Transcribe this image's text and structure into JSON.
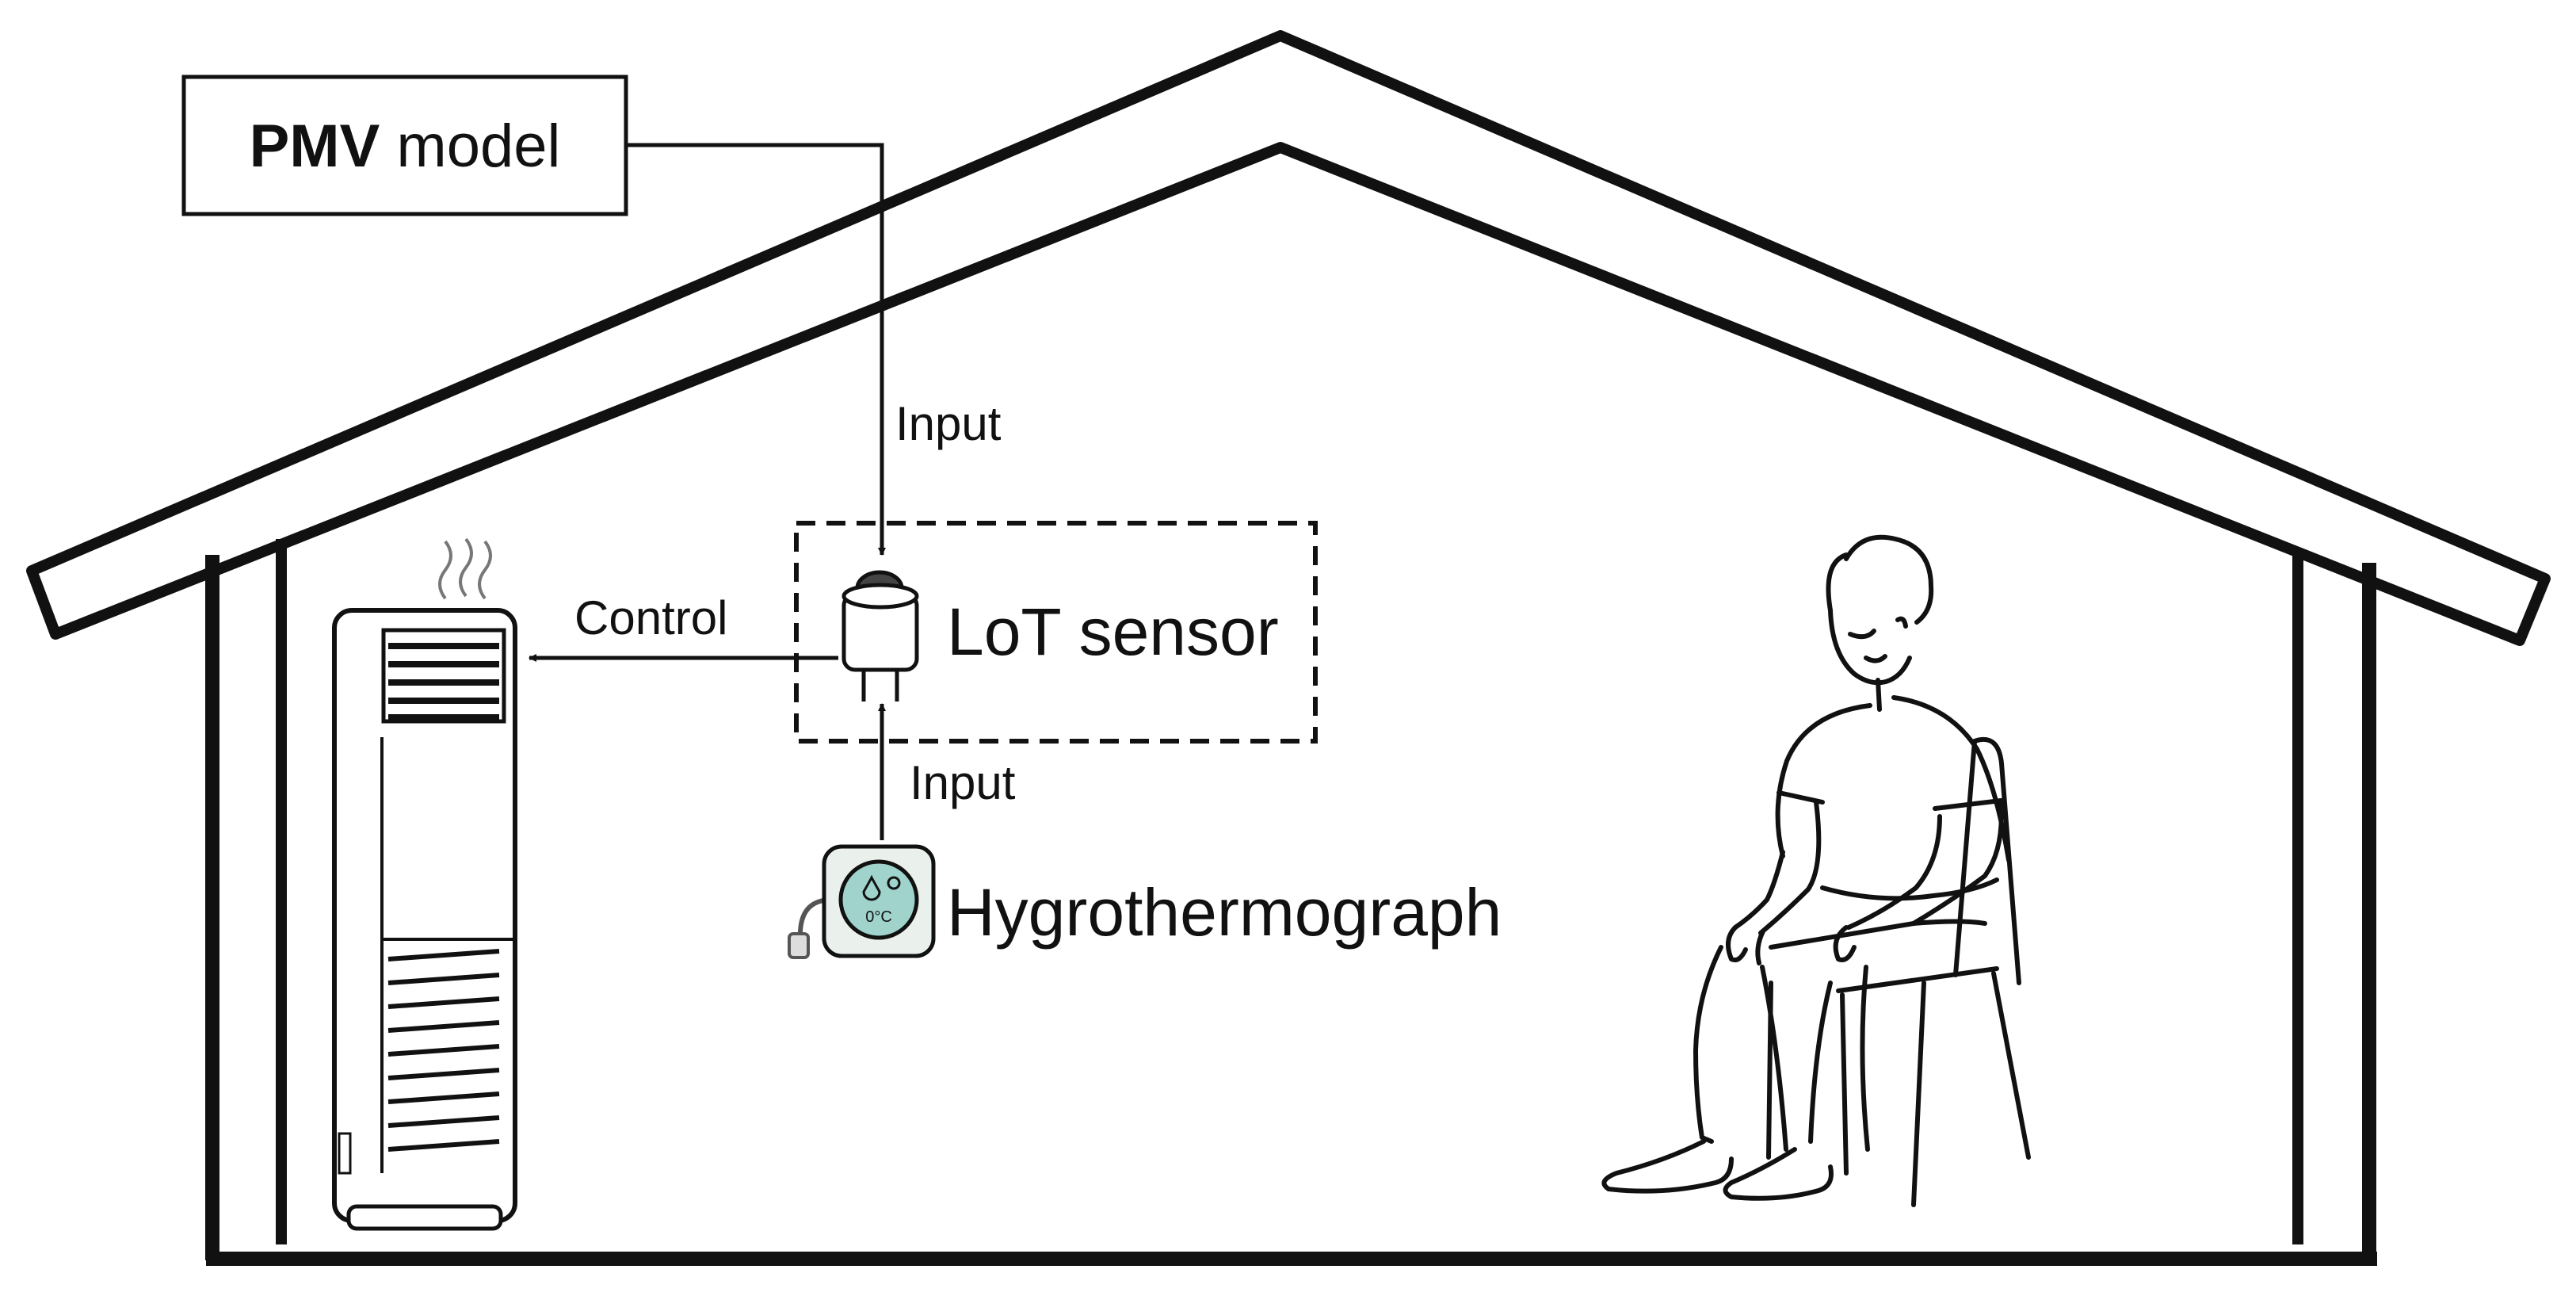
{
  "diagram": {
    "pmv_model": {
      "bold": "PMV",
      "rest": " model"
    },
    "sensor_label": "LoT sensor",
    "hygro_label": "Hygrothermograph",
    "hygro_display_unit": "0°C",
    "input_top": "Input",
    "input_bottom": "Input",
    "control": "Control"
  },
  "colors": {
    "ink": "#111111",
    "background": "#ffffff",
    "hygro_display": "#9fd3cc",
    "device_panel": "#eaf1ec"
  },
  "icons": [
    "house-outline",
    "air-conditioner-icon",
    "iot-sensor-icon",
    "hygrothermograph-icon",
    "elderly-man-seated-illustration"
  ]
}
